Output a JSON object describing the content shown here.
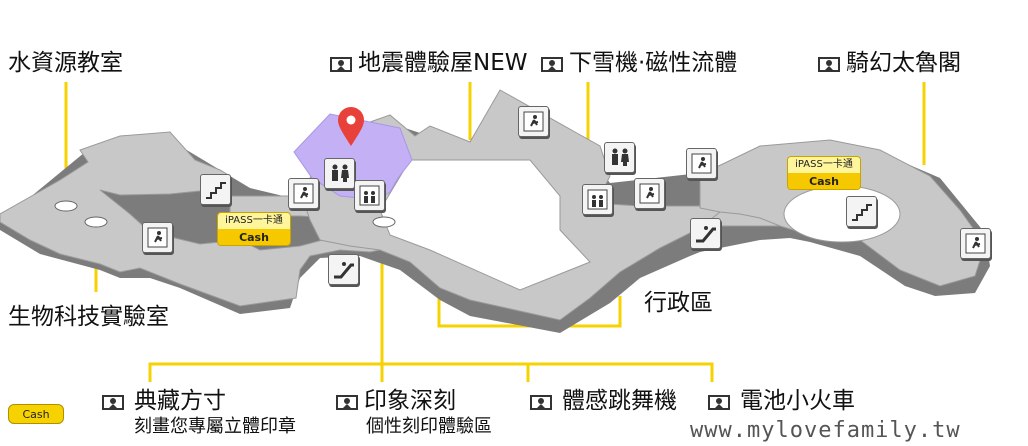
{
  "labels": {
    "water": "水資源教室",
    "biotech": "生物科技實驗室",
    "quake": "地震體驗屋NEW",
    "snow": "下雪機·磁性流體",
    "ride": "騎幻太魯閣",
    "admin": "行政區",
    "collection": "典藏方寸",
    "collection_sub": "刻畫您專屬立體印章",
    "impression": "印象深刻",
    "impression_sub": "個性刻印體驗區",
    "dance": "體感跳舞機",
    "car": "電池小火車"
  },
  "payment": {
    "ipass_top": "iPASS一卡通",
    "ipass_bottom": "Cash",
    "legend_cash": "Cash"
  },
  "watermark": "www.mylovefamily.tw",
  "colors": {
    "floor": "#c6c6c6",
    "floor_shadow": "#7a7a7a",
    "highlight": "#c3b0f5",
    "connector": "#f6d200",
    "pin": "#e8413a"
  },
  "icons": [
    "ticket-icon",
    "exit-icon",
    "stairs-icon",
    "escalator-icon",
    "restroom-icon",
    "elevator-icon",
    "location-pin-icon"
  ]
}
